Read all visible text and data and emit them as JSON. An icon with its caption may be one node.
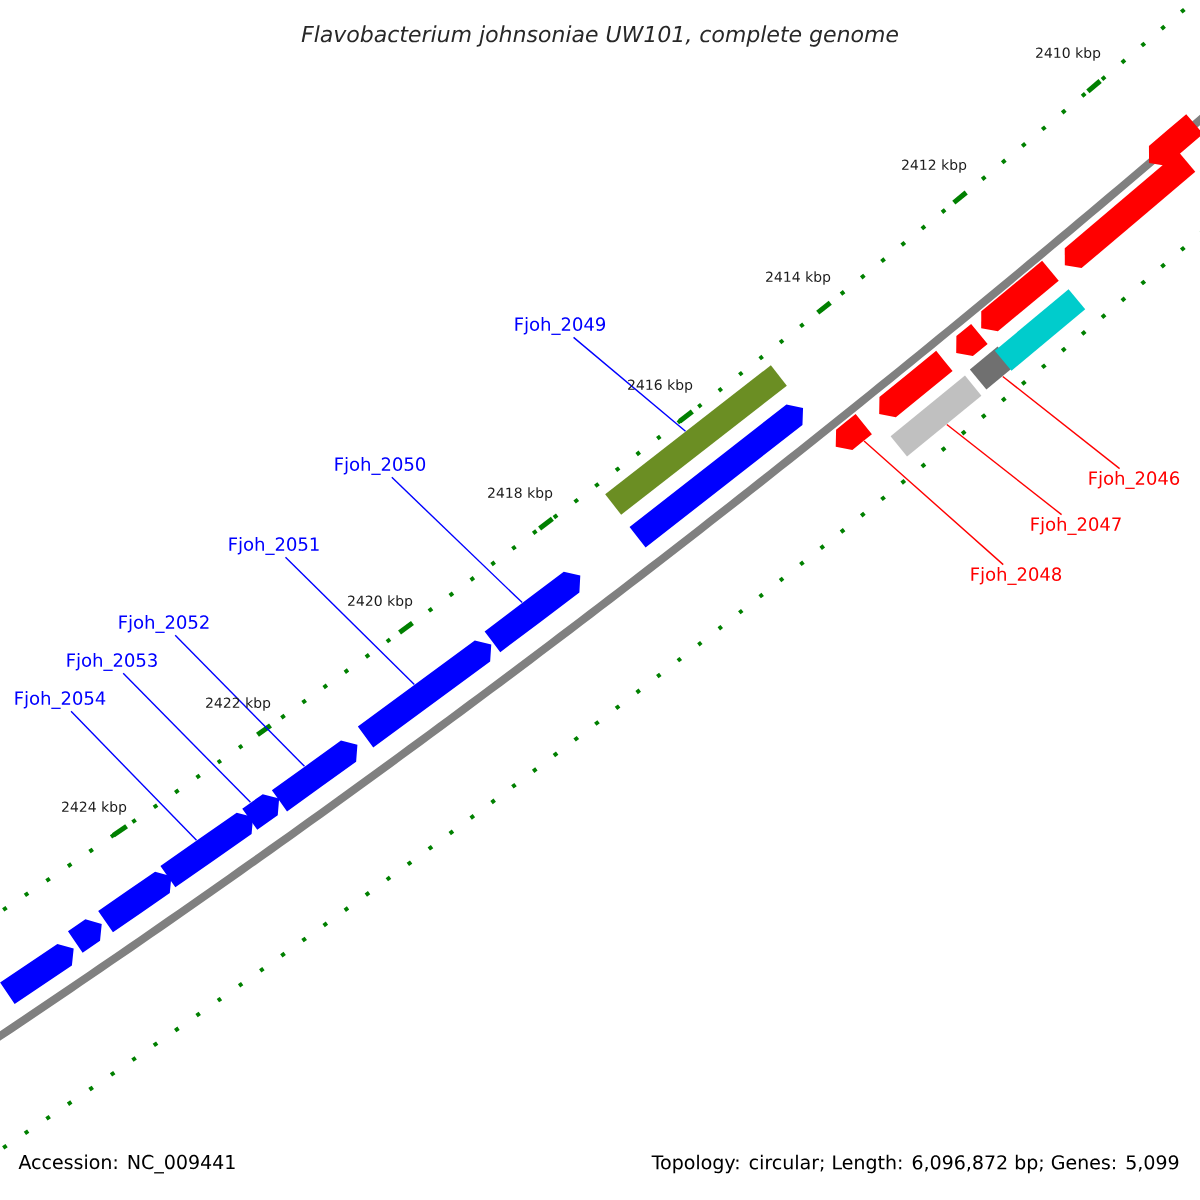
{
  "diagram": {
    "title": "Flavobacterium johnsoniae UW101, complete genome",
    "nodes": [
      {
        "text": [
          "Fjoh_2046"
        ]
      },
      {
        "text": [
          "Fjoh_2047"
        ]
      },
      {
        "text": [
          "Fjoh_2048"
        ]
      },
      {
        "text": [
          "Fjoh_2049"
        ]
      },
      {
        "text": [
          "Fjoh_2050"
        ]
      },
      {
        "text": [
          "Fjoh_2051"
        ]
      },
      {
        "text": [
          "Fjoh_2052"
        ]
      },
      {
        "text": [
          "Fjoh_2053"
        ]
      },
      {
        "text": [
          "Fjoh_2054"
        ]
      },
      {
        "text": [],
        "shape": "pentagon"
      },
      {
        "text": [],
        "shape": "pentagon"
      },
      {
        "text": [],
        "shape": "pentagon"
      },
      {
        "text": [],
        "shape": "pentagon"
      },
      {
        "text": [],
        "shape": "pentagon"
      },
      {
        "text": [],
        "shape": "pentagon"
      },
      {
        "text": [],
        "shape": "pentagon"
      },
      {
        "text": [],
        "shape": "pentagon"
      },
      {
        "text": [],
        "shape": "box"
      },
      {
        "text": [],
        "shape": "pentagon"
      },
      {
        "text": [],
        "shape": "pentagon"
      },
      {
        "text": [],
        "shape": "pentagon"
      },
      {
        "text": [],
        "shape": "box"
      },
      {
        "text": [],
        "shape": "pentagon"
      },
      {
        "text": [],
        "shape": "box"
      },
      {
        "text": [],
        "shape": "pentagon"
      },
      {
        "text": [],
        "shape": "box"
      },
      {
        "text": [],
        "shape": "pentagon"
      },
      {
        "text": [],
        "shape": "pentagon"
      }
    ],
    "edges": [
      {
        "from": 0,
        "to": 23,
        "arrow": "none",
        "color": "#ff0000"
      },
      {
        "from": 1,
        "to": 21,
        "arrow": "none",
        "color": "#ff0000"
      },
      {
        "from": 2,
        "to": 19,
        "arrow": "none",
        "color": "#ff0000"
      },
      {
        "from": 3,
        "to": 17,
        "arrow": "none"
      },
      {
        "from": 4,
        "to": 16,
        "arrow": "none"
      },
      {
        "from": 5,
        "to": 15,
        "arrow": "none"
      },
      {
        "from": 6,
        "to": 14,
        "arrow": "none"
      },
      {
        "from": 7,
        "to": 13,
        "arrow": "none"
      },
      {
        "from": 8,
        "to": 12,
        "arrow": "none"
      }
    ],
    "labels": [
      "2410 kbp",
      "2412 kbp",
      "2414 kbp",
      "2416 kbp",
      "2418 kbp",
      "2420 kbp",
      "2422 kbp",
      "2424 kbp",
      "Accession: NC_009441",
      "Topology: circular; Length: 6,096,872 bp; Genes: 5,099"
    ]
  }
}
